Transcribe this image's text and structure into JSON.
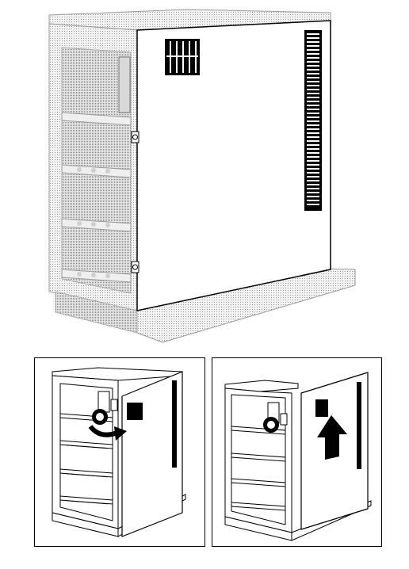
{
  "figure": {
    "main_illustration": "server-tower-side-cover-closed",
    "step_panels": [
      {
        "icon": "curved-arrow-icon",
        "action": "swing-cover-out"
      },
      {
        "icon": "up-arrow-icon",
        "action": "lift-cover-off"
      }
    ]
  },
  "colors": {
    "line": "#000000",
    "shade": "#e2e2e2",
    "light_shade": "#efefef",
    "background": "#ffffff"
  }
}
